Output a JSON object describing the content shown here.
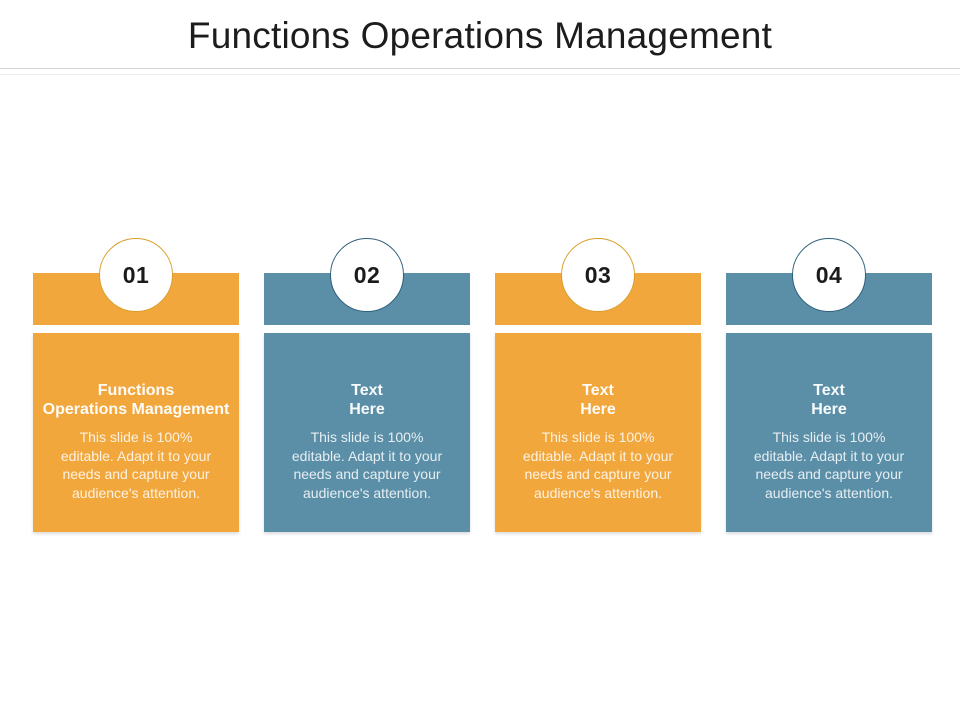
{
  "title": "Functions Operations Management",
  "cards": [
    {
      "number": "01",
      "heading": "Functions\nOperations Management",
      "body": "This slide is 100%\neditable. Adapt it to your\nneeds and capture your\naudience's attention.",
      "theme": "orange"
    },
    {
      "number": "02",
      "heading": "Text\nHere",
      "body": "This slide is 100%\neditable. Adapt it to your\nneeds and capture your\naudience's attention.",
      "theme": "blue"
    },
    {
      "number": "03",
      "heading": "Text\nHere",
      "body": "This slide is 100%\neditable. Adapt it to your\nneeds and capture your\naudience's attention.",
      "theme": "orange"
    },
    {
      "number": "04",
      "heading": "Text\nHere",
      "body": "This slide is 100%\neditable. Adapt it to your\nneeds and capture your\naudience's attention.",
      "theme": "blue"
    }
  ],
  "colors": {
    "orange": "#F2A73D",
    "blue": "#5B8FA8",
    "orange_border": "#D99E2B",
    "blue_border": "#2E5F7A",
    "title_text": "#1C1C1C"
  }
}
